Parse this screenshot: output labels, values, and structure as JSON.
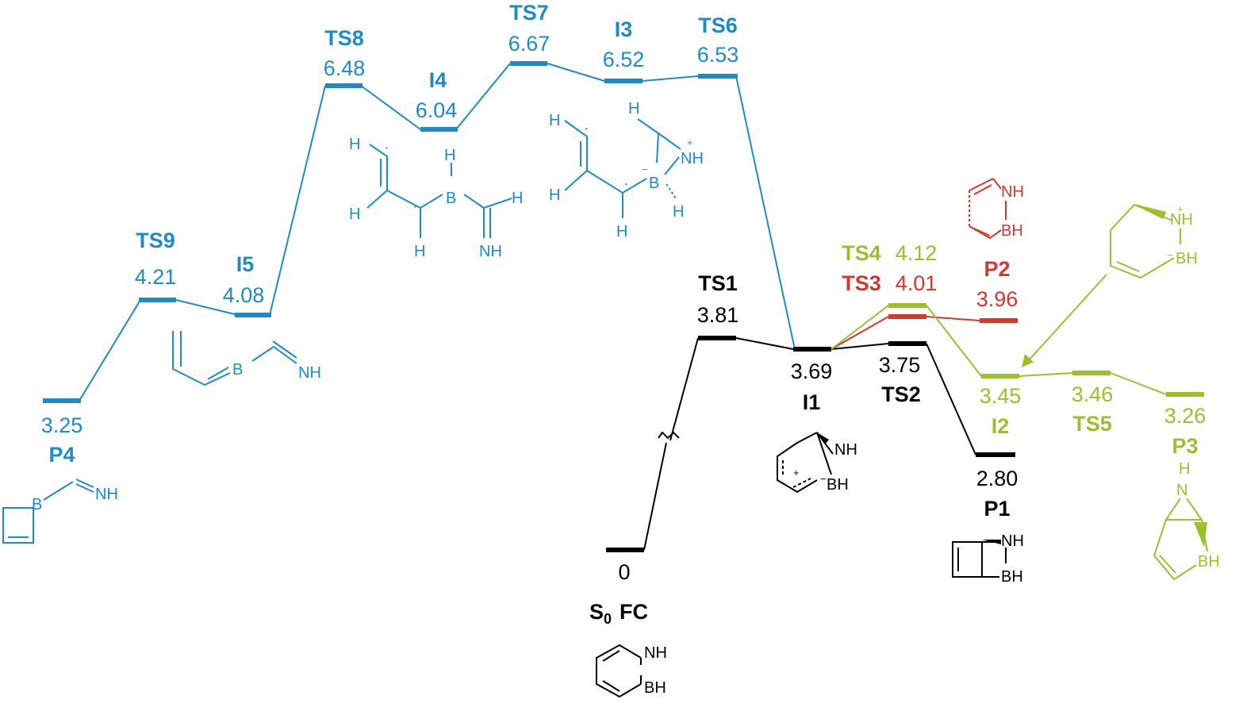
{
  "colors": {
    "blue": "#1f8bc6",
    "black": "#000000",
    "green": "#9bbf2f",
    "red": "#d0392f"
  },
  "states": {
    "s0": {
      "name": "S",
      "sub": "0",
      "name2": "FC",
      "energy": "0"
    },
    "ts1": {
      "name": "TS1",
      "energy": "3.81"
    },
    "i1": {
      "name": "I1",
      "energy": "3.69"
    },
    "ts2": {
      "name": "TS2",
      "energy": "3.75"
    },
    "p1": {
      "name": "P1",
      "energy": "2.80"
    },
    "ts3": {
      "name": "TS3",
      "energy": "4.01"
    },
    "p2": {
      "name": "P2",
      "energy": "3.96"
    },
    "ts4": {
      "name": "TS4",
      "energy": "4.12"
    },
    "i2": {
      "name": "I2",
      "energy": "3.45"
    },
    "ts5": {
      "name": "TS5",
      "energy": "3.46"
    },
    "p3": {
      "name": "P3",
      "energy": "3.26"
    },
    "ts6": {
      "name": "TS6",
      "energy": "6.53"
    },
    "i3": {
      "name": "I3",
      "energy": "6.52"
    },
    "ts7": {
      "name": "TS7",
      "energy": "6.67"
    },
    "i4": {
      "name": "I4",
      "energy": "6.04"
    },
    "ts8": {
      "name": "TS8",
      "energy": "6.48"
    },
    "i5": {
      "name": "I5",
      "energy": "4.08"
    },
    "ts9": {
      "name": "TS9",
      "energy": "4.21"
    },
    "p4": {
      "name": "P4",
      "energy": "3.25"
    }
  },
  "atoms": {
    "H": "H",
    "B": "B",
    "NH": "NH",
    "BH": "BH",
    "N": "N",
    "plus": "+",
    "minus": "−",
    "dot": "·"
  }
}
